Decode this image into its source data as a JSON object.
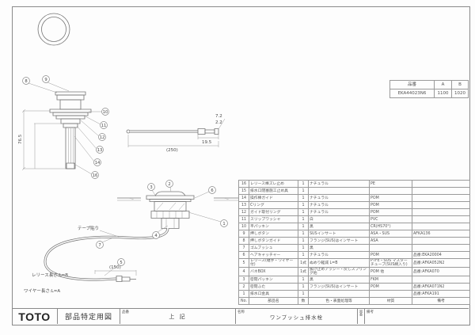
{
  "doc": {
    "size_table": {
      "col_part": "品番",
      "col_a": "A",
      "col_b": "B",
      "part_no": "EKA44023N6",
      "a": "1100",
      "b": "1020"
    },
    "parts_table": {
      "headers": {
        "no": "No.",
        "name": "部品名",
        "qty": "数",
        "color": "色・表面処理等",
        "material": "材質",
        "remarks": "備考"
      },
      "rows": [
        {
          "no": "16",
          "name": "レリース棒ズレ止め",
          "qty": "1",
          "color": "ナチュラル",
          "material": "PE",
          "remarks": ""
        },
        {
          "no": "15",
          "name": "排水口閉塞施工止め具",
          "qty": "1",
          "color": "",
          "material": "",
          "remarks": ""
        },
        {
          "no": "14",
          "name": "操作棒ガイド",
          "qty": "1",
          "color": "ナチュラル",
          "material": "POM",
          "remarks": ""
        },
        {
          "no": "13",
          "name": "Cリング",
          "qty": "1",
          "color": "ナチュラル",
          "material": "POM",
          "remarks": ""
        },
        {
          "no": "12",
          "name": "ガイド取付リング",
          "qty": "1",
          "color": "ナチュラル",
          "material": "POM",
          "remarks": ""
        },
        {
          "no": "11",
          "name": "スリップワッシャ",
          "qty": "1",
          "color": "白",
          "material": "PVC",
          "remarks": ""
        },
        {
          "no": "10",
          "name": "平パッキン",
          "qty": "1",
          "color": "黒",
          "material": "CR(HS70°)",
          "remarks": ""
        },
        {
          "no": "9",
          "name": "押しボタン",
          "qty": "1",
          "color": "SUSインサート",
          "material": "ASA・SUS",
          "remarks": "AFKA136"
        },
        {
          "no": "8",
          "name": "押しボタンガイド",
          "qty": "1",
          "color": "フランジ(SUS)はインサート",
          "material": "ASA",
          "remarks": ""
        },
        {
          "no": "7",
          "name": "ゴムブッシュ",
          "qty": "1",
          "color": "黒",
          "material": "",
          "remarks": ""
        },
        {
          "no": "6",
          "name": "ヘアキャッチャー",
          "qty": "1",
          "color": "ナチュラル",
          "material": "POM",
          "remarks": "品番:EKA20004"
        },
        {
          "no": "5",
          "name": "レリース(継手・ワイヤー付)",
          "qty": "1式",
          "color": "ぬめり軽減 L=B",
          "material": "PTFE・SUS マスターチューブ(SUS網入り)",
          "remarks": "品番:AFKA052N2"
        },
        {
          "no": "4",
          "name": "バネBOX",
          "qty": "1式",
          "color": "抜け止めアッシー・戻しスプリング他",
          "material": "POM 他",
          "remarks": "品番:AFKA070"
        },
        {
          "no": "3",
          "name": "密閉パッキン",
          "qty": "1",
          "color": "黒",
          "material": "FKM",
          "remarks": ""
        },
        {
          "no": "2",
          "name": "密閉ふた",
          "qty": "1",
          "color": "フランジ(SUS)はインサート",
          "material": "POM",
          "remarks": "品番:AFKA071N2"
        },
        {
          "no": "1",
          "name": "排水口金具",
          "qty": "1",
          "color": "",
          "material": "",
          "remarks": "品番:AFKA191"
        }
      ]
    },
    "title_block": {
      "logo": "TOTO",
      "doc_type": "部品特定用図",
      "part_no_label": "品番",
      "part_no_value": "上 記",
      "name_label": "名称",
      "name_value": "ワンプッシュ排水栓",
      "drawing_no_label": "図番",
      "remarks_label": "備考"
    },
    "drawing": {
      "dims": {
        "height": "76.5",
        "cable": "(250)",
        "connector": "19.5",
        "dia_large": "7.2",
        "dia_small": "2.2",
        "end": "(150)"
      },
      "labels": {
        "tape": "テープ貼り",
        "release_length": "レリース長さ:L=B",
        "wire_length": "ワイヤー長さ:L=A"
      },
      "callouts": {
        "c1": "1",
        "c2": "2",
        "c3": "3",
        "c4": "4",
        "c5": "5",
        "c6": "6",
        "c7": "7",
        "c8": "8",
        "c9": "9",
        "c10": "10",
        "c11": "11",
        "c12": "12",
        "c13": "13",
        "c14": "14",
        "c16": "16"
      }
    }
  }
}
